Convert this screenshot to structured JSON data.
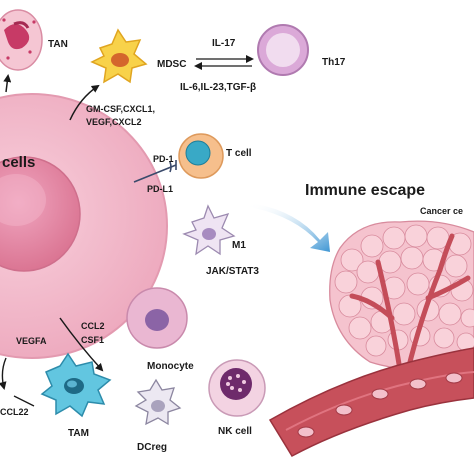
{
  "labels": {
    "tan": "TAN",
    "mdsc": "MDSC",
    "il17": "IL-17",
    "il_cytokines": "IL-6,IL-23,TGF-β",
    "th17": "Th17",
    "gmcsf": "GM-CSF,CXCL1,",
    "vegf_cxcl2": "VEGF,CXCL2",
    "cells": "cells",
    "pd1": "PD-1",
    "pdl1": "PD-L1",
    "tcell": "T cell",
    "immune_escape": "Immune escape",
    "cancer_cell": "Cancer ce",
    "m1": "M1",
    "jak_stat3": "JAK/STAT3",
    "ccl2": "CCL2",
    "csf1": "CSF1",
    "vegfa": "VEGFA",
    "monocyte": "Monocyte",
    "ccl22": "CCL22",
    "tam": "TAM",
    "dcreg": "DCreg",
    "nk_cell": "NK cell"
  },
  "colors": {
    "tumor_cell": "#f2b8c9",
    "tumor_nucleus": "#e486a6",
    "tan": "#f3bccb",
    "mdsc": "#f7cf3c",
    "th17": "#d9a6d6",
    "tcell": "#f7c18d",
    "tcell_nucleus": "#3fb0c9",
    "monocyte": "#e9b6d2",
    "monocyte_nucleus": "#8b64a6",
    "tam": "#62c6e0",
    "nk": "#f2d3e2",
    "nk_nucleus": "#6e2a6b",
    "vessel": "#c7505b",
    "tumor_mass": "#f5c5cf",
    "arrow": "#1a1a1a",
    "escape_arrow": "#4fa3d6"
  }
}
